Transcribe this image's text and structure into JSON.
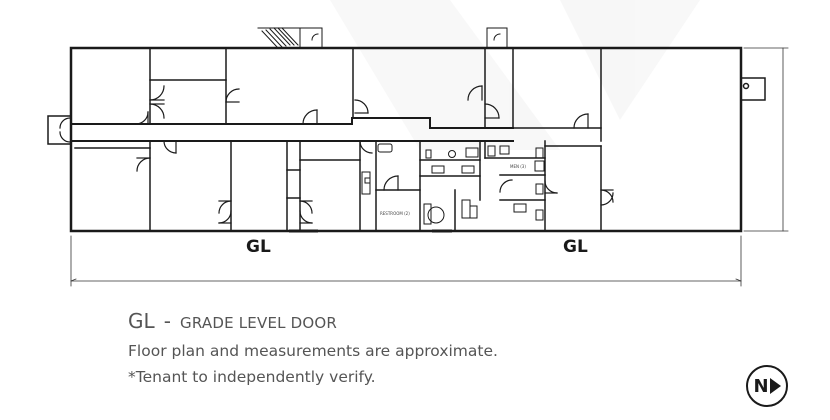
{
  "plan": {
    "door_markers": [
      {
        "id": "south-door",
        "label": "GL"
      },
      {
        "id": "north-door",
        "label": "GL"
      }
    ],
    "restroom_labels": [
      "RESTROOM (2)",
      "MEN (3)"
    ]
  },
  "legend": {
    "code": "GL",
    "separator": "-",
    "description": "GRADE LEVEL DOOR"
  },
  "notes": {
    "approximate": "Floor plan and measurements are approximate.",
    "verify": "*Tenant to independently verify."
  },
  "north_arrow": {
    "letter": "N"
  },
  "colors": {
    "wall": "#1a1a1a",
    "note_text": "#555555"
  }
}
